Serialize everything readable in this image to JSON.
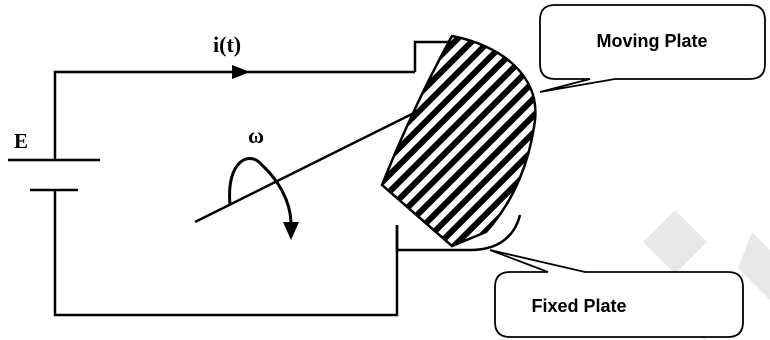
{
  "labels": {
    "current": "i(t)",
    "source": "E",
    "angular_velocity": "ω",
    "moving_plate": "Moving Plate",
    "fixed_plate": "Fixed Plate"
  },
  "colors": {
    "line": "#000000",
    "background": "#ffffff",
    "watermark": "#d9d9d9"
  }
}
